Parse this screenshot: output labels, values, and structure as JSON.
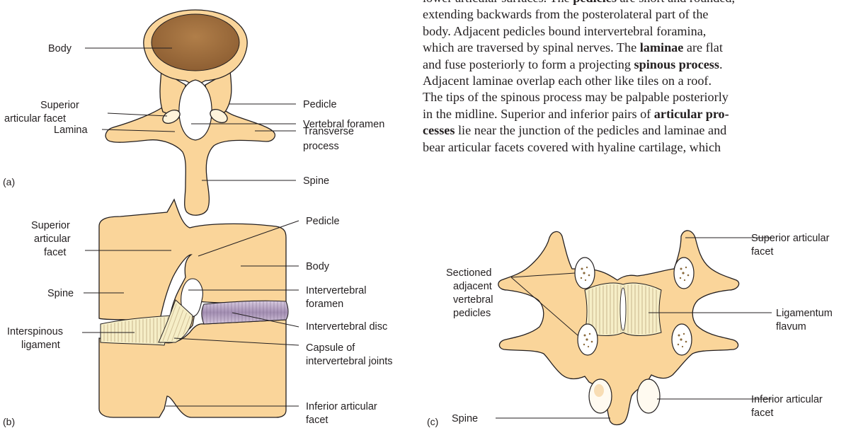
{
  "text_lines": [
    [
      "lower articular surfaces. The ",
      "pedicles",
      " are short and rounded,"
    ],
    [
      "extending backwards from the posterolateral part of the"
    ],
    [
      "body. Adjacent pedicles bound intervertebral foramina,"
    ],
    [
      "which are traversed by spinal nerves. The ",
      "laminae",
      " are flat"
    ],
    [
      "and fuse posteriorly to form a projecting ",
      "spinous process",
      "."
    ],
    [
      "Adjacent laminae overlap each other like tiles on a roof."
    ],
    [
      "The tips of the spinous process may be palpable posteriorly"
    ],
    [
      "in the midline. Superior and inferior pairs of ",
      "articular pro-"
    ],
    [
      "cesses",
      " lie near the junction of the pedicles and laminae and"
    ],
    [
      "bear articular facets covered with hyaline cartilage, which"
    ]
  ],
  "panel_a": {
    "tag": "(a)",
    "labels": {
      "body": "Body",
      "superior_facet": [
        "Superior",
        "articular facet"
      ],
      "lamina": "Lamina",
      "pedicle": "Pedicle",
      "vertebral_foramen": "Vertebral foramen",
      "transverse_process": [
        "Transverse",
        "process"
      ],
      "spine": "Spine"
    }
  },
  "panel_b": {
    "tag": "(b)",
    "labels": {
      "superior_facet": [
        "Superior",
        "articular",
        "facet"
      ],
      "spine": "Spine",
      "interspinous": [
        "Interspinous",
        "ligament"
      ],
      "pedicle": "Pedicle",
      "body": "Body",
      "iv_foramen": [
        "Intervertebral",
        "foramen"
      ],
      "iv_disc": "Intervertebral disc",
      "capsule": [
        "Capsule of",
        "intervertebral joints"
      ],
      "inferior_facet": [
        "Inferior articular",
        "facet"
      ]
    }
  },
  "panel_c": {
    "tag": "(c)",
    "labels": {
      "sectioned": [
        "Sectioned",
        "adjacent",
        "vertebral",
        "pedicles"
      ],
      "superior_facet": [
        "Superior articular",
        "facet"
      ],
      "lig_flavum": [
        "Ligamentum",
        "flavum"
      ],
      "inferior_facet": [
        "Inferior articular",
        "facet"
      ],
      "spine": "Spine"
    }
  },
  "colors": {
    "bone": "#fad59a",
    "body_top": "#a0703f",
    "disc": "#b9a6c4",
    "ligament": "#f6eec7",
    "outline": "#231f20"
  }
}
